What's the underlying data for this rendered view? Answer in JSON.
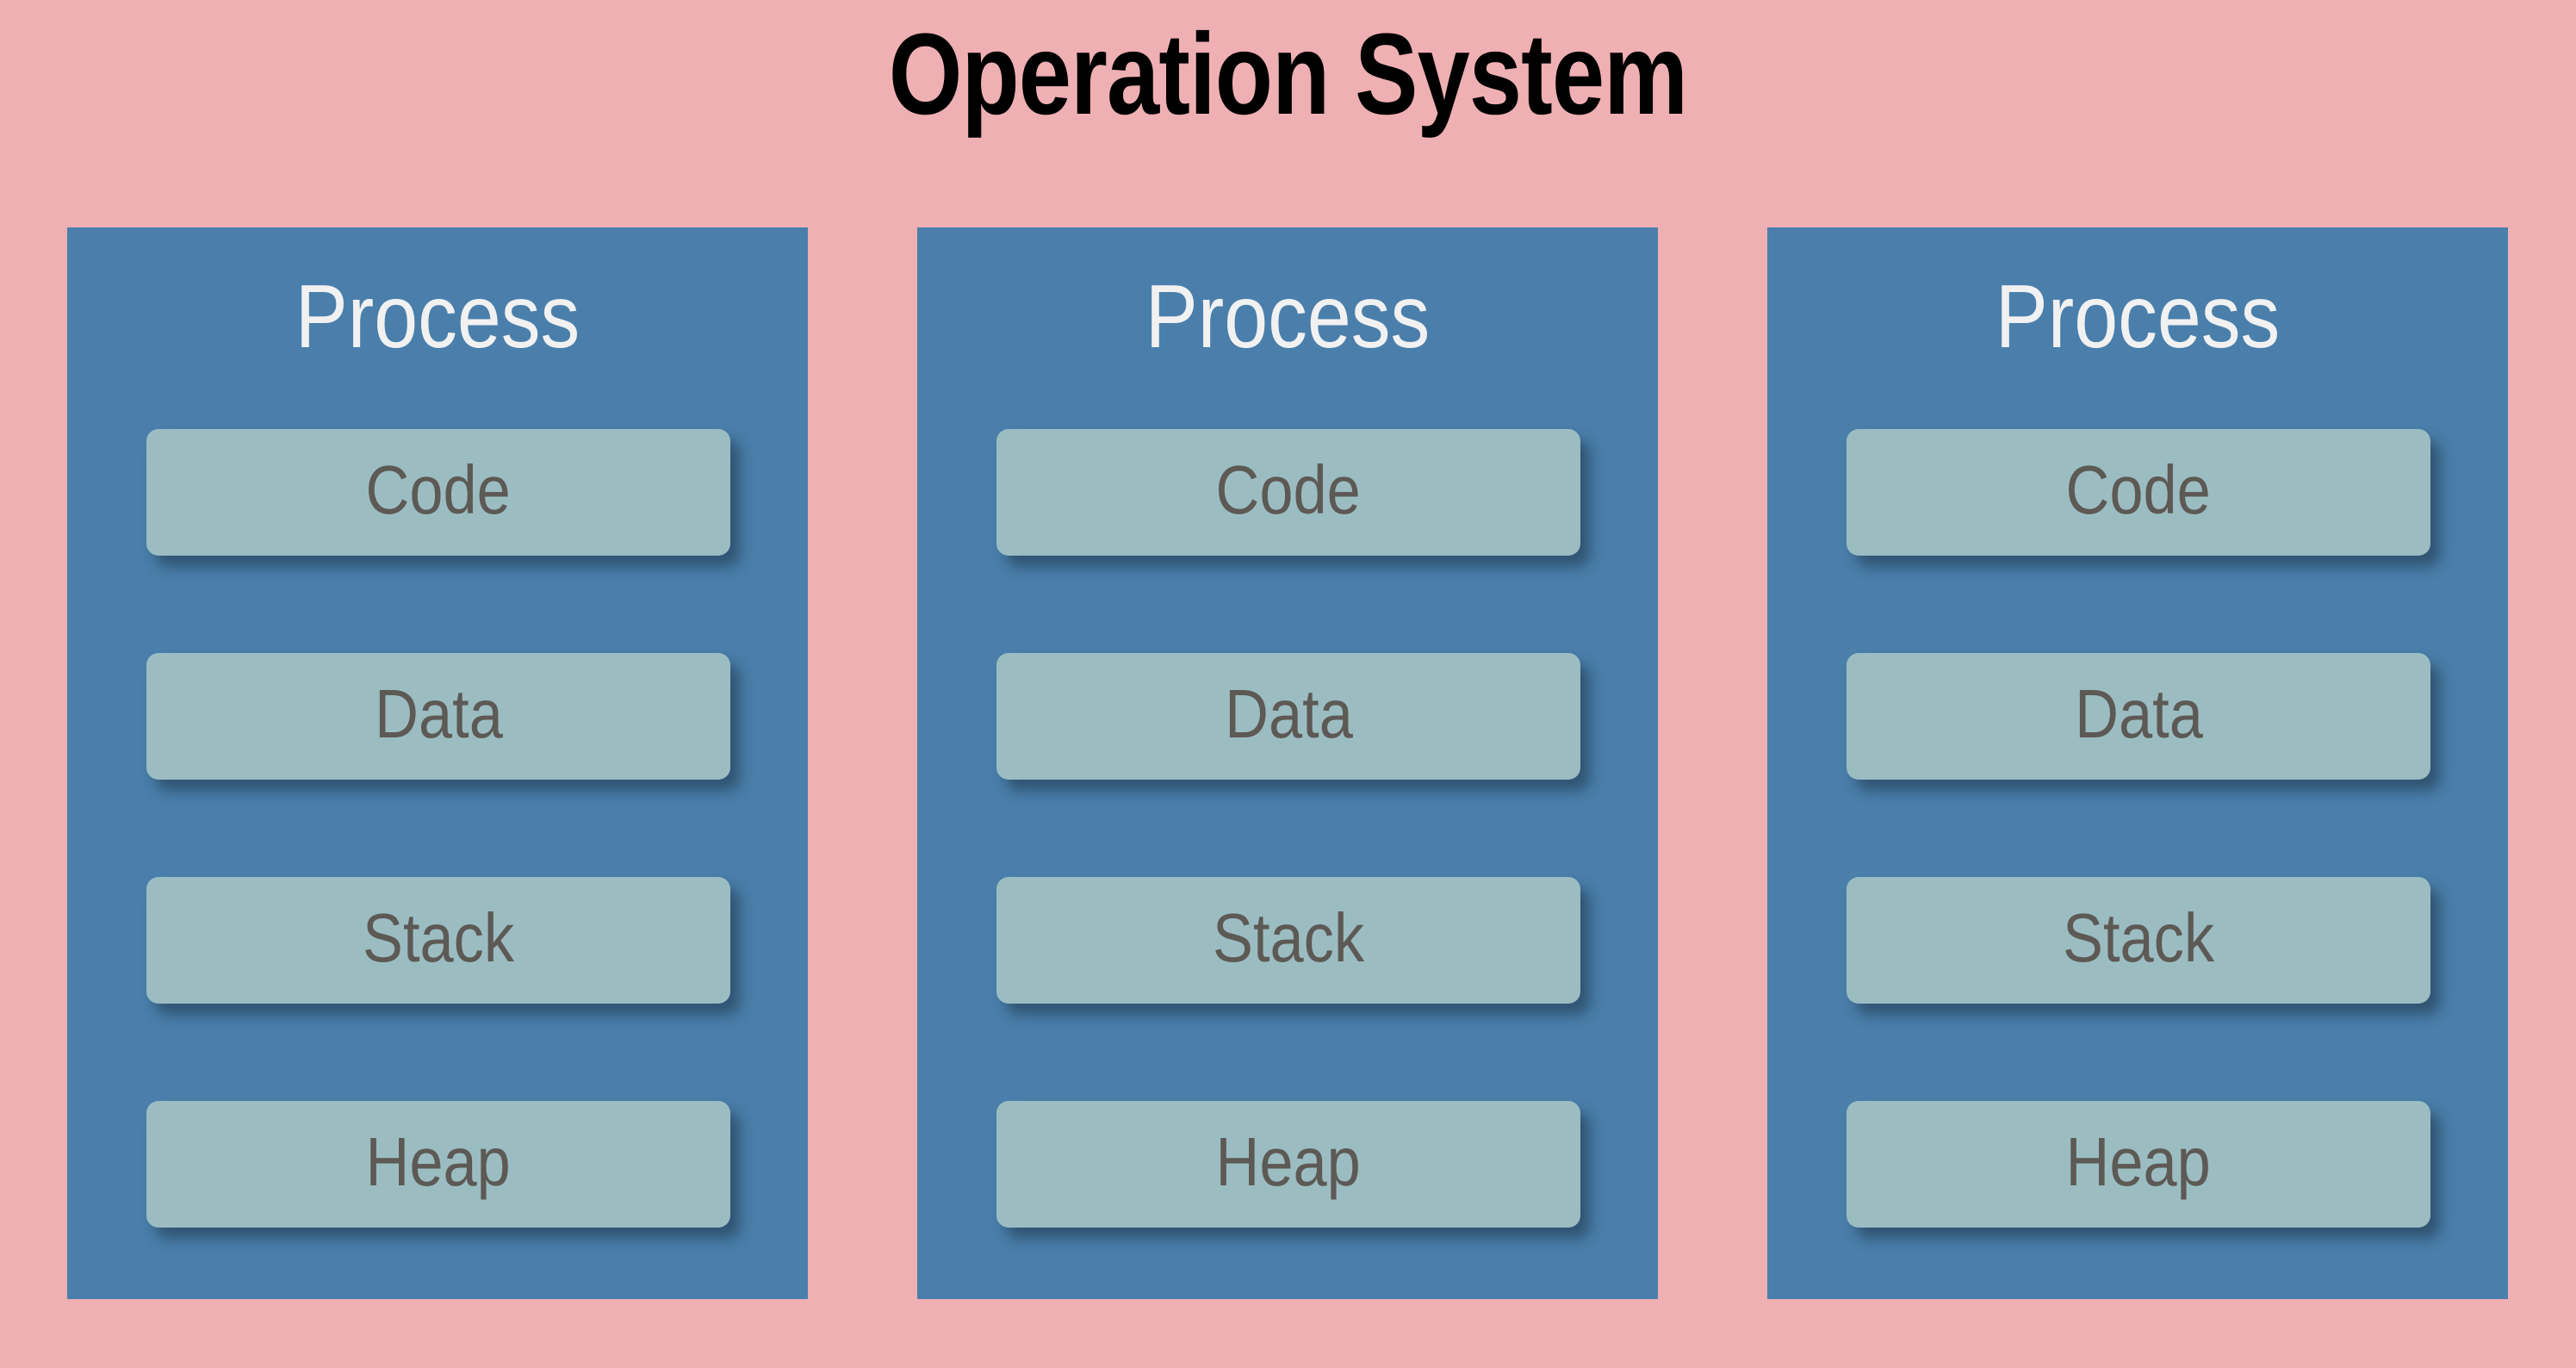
{
  "diagram": {
    "title": "Operation System",
    "background_color": "#efb0b3",
    "panel_color": "#4a7fab",
    "card_color": "#9bbdc2",
    "title_color": "#000000",
    "panel_title_color": "#f1f1f1",
    "card_label_color": "#5d5954",
    "panels": [
      {
        "title": "Process",
        "segments": [
          {
            "label": "Code"
          },
          {
            "label": "Data"
          },
          {
            "label": "Stack"
          },
          {
            "label": "Heap"
          }
        ]
      },
      {
        "title": "Process",
        "segments": [
          {
            "label": "Code"
          },
          {
            "label": "Data"
          },
          {
            "label": "Stack"
          },
          {
            "label": "Heap"
          }
        ]
      },
      {
        "title": "Process",
        "segments": [
          {
            "label": "Code"
          },
          {
            "label": "Data"
          },
          {
            "label": "Stack"
          },
          {
            "label": "Heap"
          }
        ]
      }
    ]
  }
}
